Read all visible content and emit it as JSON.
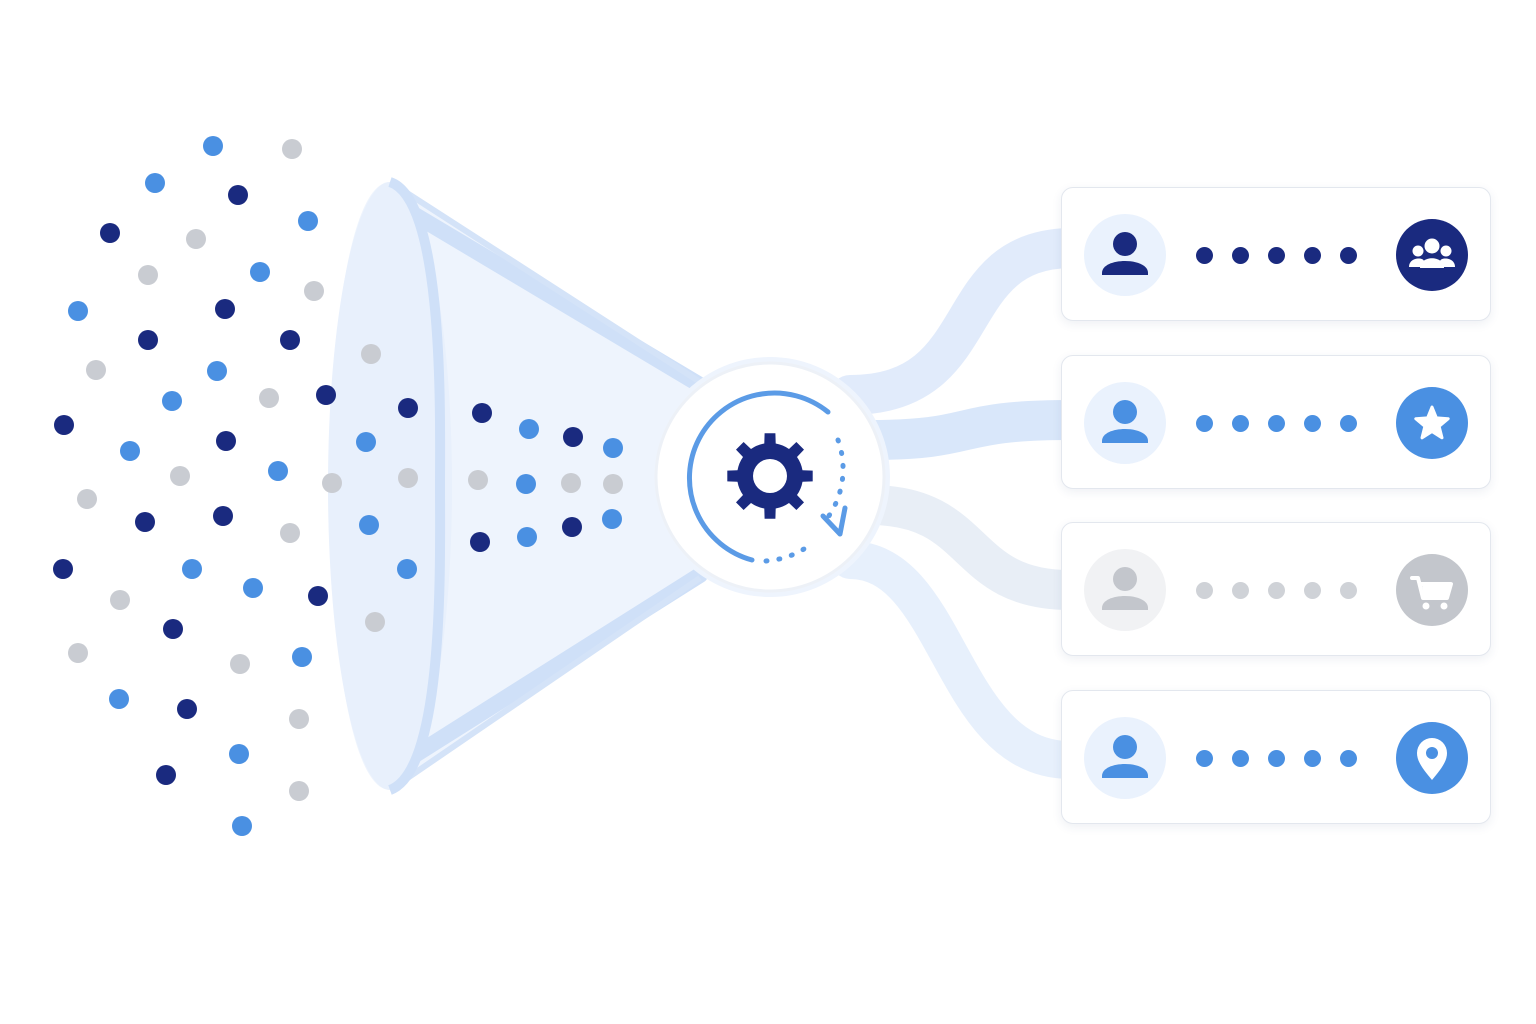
{
  "colors": {
    "navy": "#1a2a7f",
    "blue": "#4a90e2",
    "gray": "#c9ccd2",
    "light_blue_fill": "#eaf2fd",
    "funnel_fill": "#eef4fd",
    "funnel_edge": "#cfe0f8",
    "stream": "#dce8fa"
  },
  "processor": {
    "icon": "gear-icon",
    "cycle_icon": "refresh-arrows-icon"
  },
  "segments": [
    {
      "name": "group",
      "avatar_icon": "user-icon",
      "badge_icon": "users-group-icon",
      "tone": "navy"
    },
    {
      "name": "favorite",
      "avatar_icon": "user-icon",
      "badge_icon": "star-icon",
      "tone": "blue"
    },
    {
      "name": "shopping",
      "avatar_icon": "user-icon",
      "badge_icon": "shopping-cart-icon",
      "tone": "gray"
    },
    {
      "name": "location",
      "avatar_icon": "user-icon",
      "badge_icon": "location-pin-icon",
      "tone": "blue"
    }
  ]
}
